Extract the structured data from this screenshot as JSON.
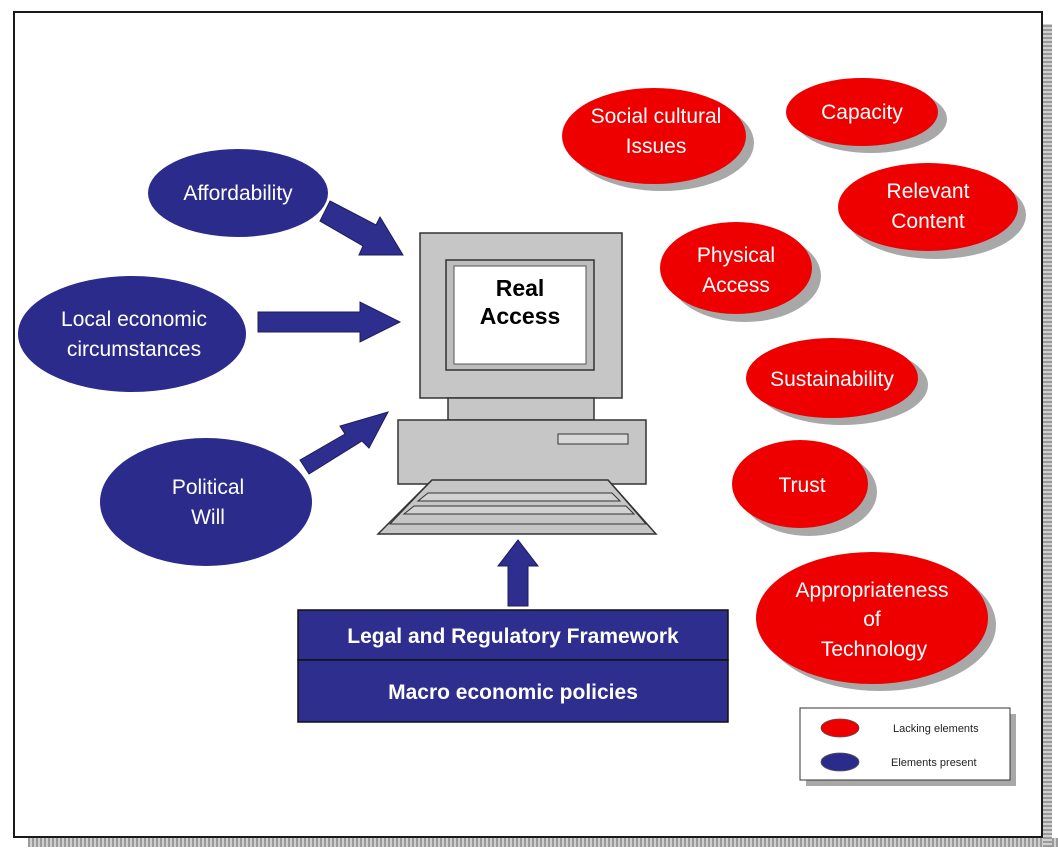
{
  "center": {
    "line1": "Real",
    "line2": "Access"
  },
  "present_elements": [
    {
      "id": "affordability",
      "lines": [
        "Affordability"
      ]
    },
    {
      "id": "local-economic",
      "lines": [
        "Local economic",
        "circumstances"
      ]
    },
    {
      "id": "political-will",
      "lines": [
        "Political",
        "Will"
      ]
    }
  ],
  "lacking_elements": [
    {
      "id": "social-cultural",
      "lines": [
        "Social cultural",
        "Issues"
      ]
    },
    {
      "id": "capacity",
      "lines": [
        "Capacity"
      ]
    },
    {
      "id": "relevant-content",
      "lines": [
        "Relevant",
        "Content"
      ]
    },
    {
      "id": "physical-access",
      "lines": [
        "Physical",
        "Access"
      ]
    },
    {
      "id": "sustainability",
      "lines": [
        "Sustainability"
      ]
    },
    {
      "id": "trust",
      "lines": [
        "Trust"
      ]
    },
    {
      "id": "appropriateness",
      "lines": [
        "Appropriateness",
        "of",
        "Technology"
      ]
    }
  ],
  "framework": {
    "top": "Legal and Regulatory Framework",
    "bottom": "Macro economic policies"
  },
  "legend": {
    "lacking": "Lacking elements",
    "present": "Elements present"
  },
  "colors": {
    "present": "#2b2b8c",
    "lacking": "#ee0000",
    "framework": "#2e2e8e",
    "computer": "#c6c6c6"
  }
}
